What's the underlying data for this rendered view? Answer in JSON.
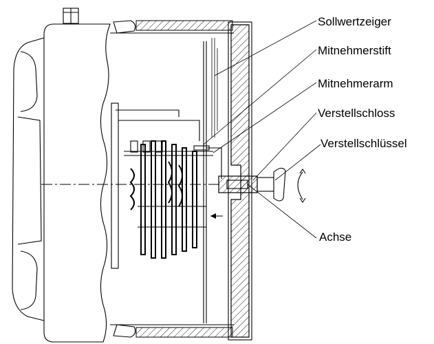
{
  "labels": {
    "sollwertzeiger": "Sollwertzeiger",
    "mitnehmerstift": "Mitnehmerstift",
    "mitnehmerarm": "Mitnehmerarm",
    "verstellschloss": "Verstellschloss",
    "verstellschluessel": "Verstellschlüssel",
    "achse": "Achse"
  }
}
